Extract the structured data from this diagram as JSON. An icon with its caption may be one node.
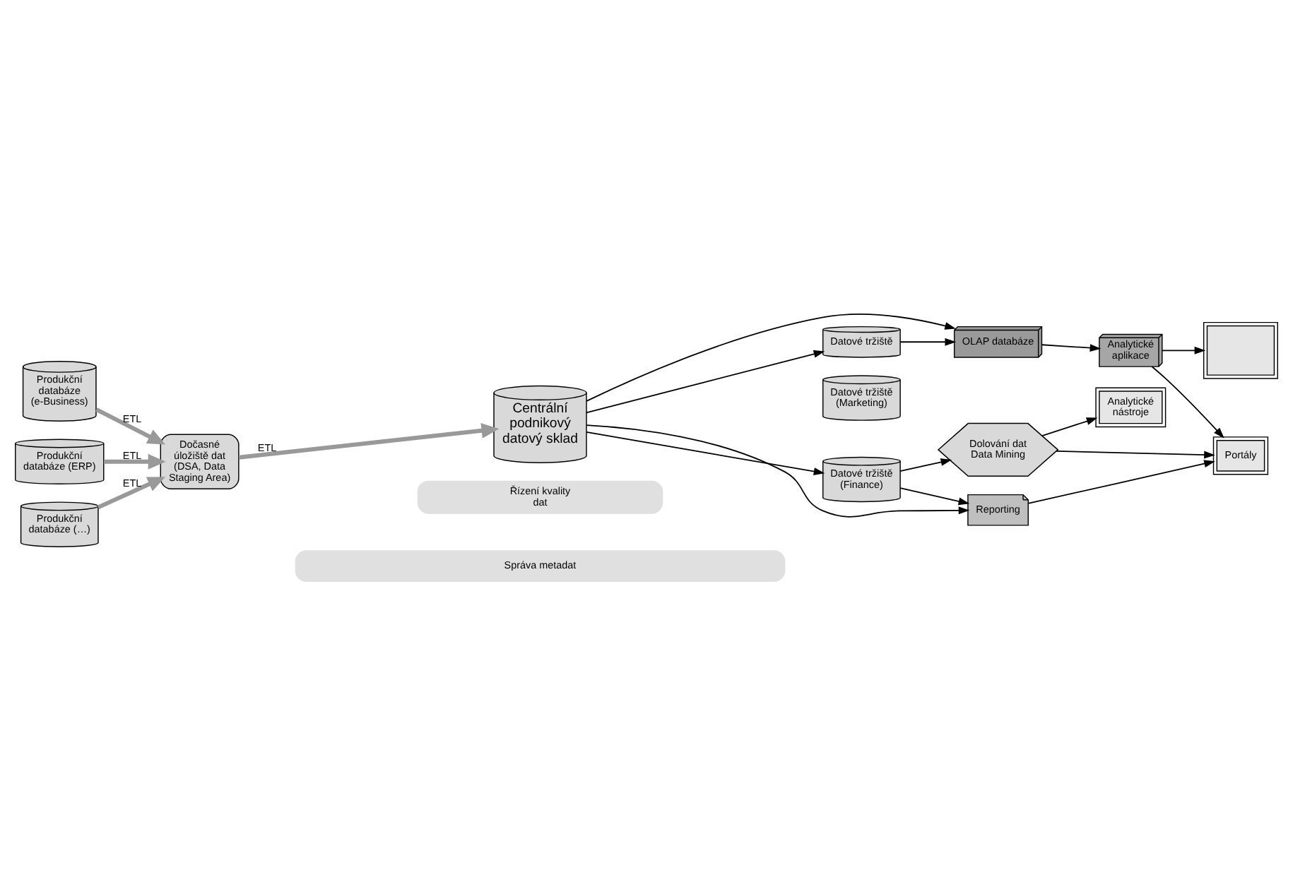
{
  "diagram": {
    "nodes": [
      {
        "text": [
          "Produkční databáze (e-Business)"
        ]
      },
      {
        "text": [
          "Produkční databáze (ERP)"
        ]
      },
      {
        "text": [
          "Produkční databáze (…)"
        ]
      },
      {
        "text": [
          "Dočasné úložiště dat (DSA, Data Staging Area)"
        ]
      },
      {
        "text": [
          "Centrální podnikový datový sklad"
        ]
      },
      {
        "text": [
          "Datové tržiště (Marketing)"
        ]
      },
      {
        "text": [
          "Datové tržiště (Finance)"
        ]
      },
      {
        "text": [
          "Datové tržiště"
        ]
      },
      {
        "text": [
          "OLAP databáze"
        ]
      },
      {
        "text": [
          "Analytické aplikace"
        ]
      },
      {
        "text": [
          "Dolování dat Data Mining"
        ]
      },
      {
        "text": [
          "Reporting"
        ]
      },
      {
        "text": [
          "Analytické nástroje"
        ]
      },
      {
        "text": [
          "Portály"
        ]
      },
      {
        "text": [],
        "shape": "box"
      },
      {
        "text": [
          "Řízení kvality dat"
        ]
      },
      {
        "text": [
          "Správa metadat"
        ]
      }
    ],
    "edges": [
      {
        "from": 0,
        "to": 3,
        "arrow": "to",
        "label": "ETL",
        "style": "thick",
        "color": "#999999"
      },
      {
        "from": 1,
        "to": 3,
        "arrow": "to",
        "label": "ETL",
        "style": "thick",
        "color": "#999999"
      },
      {
        "from": 2,
        "to": 3,
        "arrow": "to",
        "label": "ETL",
        "style": "thick",
        "color": "#999999"
      },
      {
        "from": 3,
        "to": 4,
        "arrow": "to",
        "label": "ETL",
        "style": "thick",
        "color": "#999999"
      },
      {
        "from": 4,
        "to": 6,
        "arrow": "to"
      },
      {
        "from": 4,
        "to": 11,
        "arrow": "to"
      },
      {
        "from": 4,
        "to": 8,
        "arrow": "to"
      },
      {
        "from": 4,
        "to": 7,
        "arrow": "to"
      },
      {
        "from": 7,
        "to": 8,
        "arrow": "to"
      },
      {
        "from": 6,
        "to": 10,
        "arrow": "to"
      },
      {
        "from": 6,
        "to": 11,
        "arrow": "to"
      },
      {
        "from": 8,
        "to": 9,
        "arrow": "to"
      },
      {
        "from": 10,
        "to": 12,
        "arrow": "to"
      },
      {
        "from": 10,
        "to": 13,
        "arrow": "to"
      },
      {
        "from": 11,
        "to": 13,
        "arrow": "to"
      },
      {
        "from": 9,
        "to": 13,
        "arrow": "to"
      },
      {
        "from": 9,
        "to": 14,
        "arrow": "to"
      }
    ]
  }
}
